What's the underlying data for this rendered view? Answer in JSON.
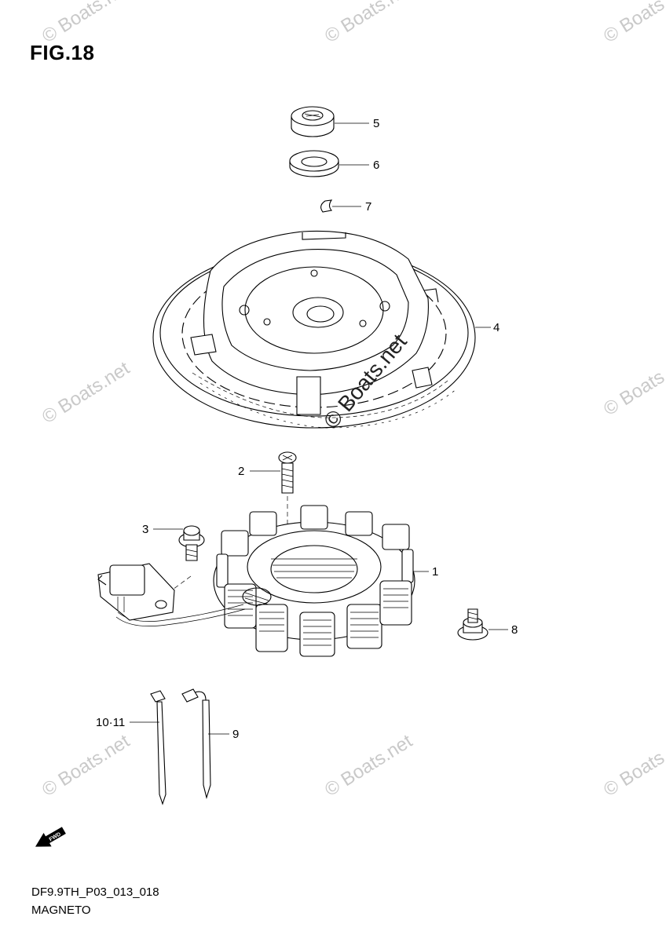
{
  "figure": {
    "title": "FIG.18",
    "model_code": "DF9.9TH_P03_013_018",
    "section_name": "MAGNETO",
    "fwd_label": "FWD",
    "watermark": "© Boats.net"
  },
  "callouts": [
    {
      "id": "5",
      "label": "5"
    },
    {
      "id": "6",
      "label": "6"
    },
    {
      "id": "7",
      "label": "7"
    },
    {
      "id": "4",
      "label": "4"
    },
    {
      "id": "2",
      "label": "2"
    },
    {
      "id": "3",
      "label": "3"
    },
    {
      "id": "1",
      "label": "1"
    },
    {
      "id": "8",
      "label": "8"
    },
    {
      "id": "10-11",
      "label": "10·11"
    },
    {
      "id": "9",
      "label": "9"
    }
  ],
  "colors": {
    "line": "#000000",
    "watermark": "#c9c9c9",
    "background": "#ffffff"
  }
}
